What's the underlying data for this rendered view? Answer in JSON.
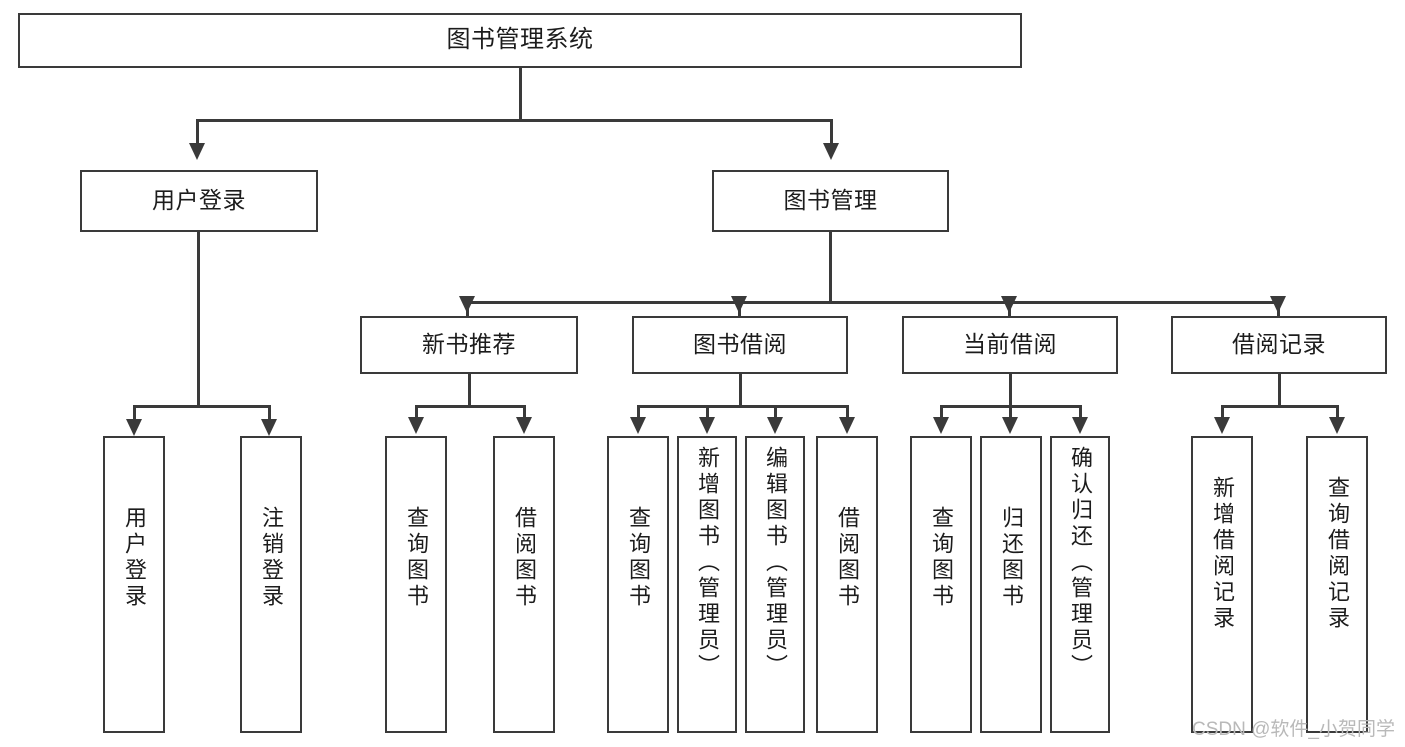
{
  "diagram": {
    "title": "图书管理系统",
    "type": "hierarchy-tree",
    "root": {
      "label": "图书管理系统"
    },
    "level2": [
      {
        "label": "用户登录"
      },
      {
        "label": "图书管理"
      }
    ],
    "level3": [
      {
        "label": "新书推荐"
      },
      {
        "label": "图书借阅"
      },
      {
        "label": "当前借阅"
      },
      {
        "label": "借阅记录"
      }
    ],
    "leaves": {
      "user_login": [
        {
          "label": "用户登录"
        },
        {
          "label": "注销登录"
        }
      ],
      "new_book_recommend": [
        {
          "label": "查询图书"
        },
        {
          "label": "借阅图书"
        }
      ],
      "book_borrow": [
        {
          "label": "查询图书"
        },
        {
          "label": "新增图书（管理员）"
        },
        {
          "label": "编辑图书（管理员）"
        },
        {
          "label": "借阅图书"
        }
      ],
      "current_borrow": [
        {
          "label": "查询图书"
        },
        {
          "label": "归还图书"
        },
        {
          "label": "确认归还（管理员）"
        }
      ],
      "borrow_records": [
        {
          "label": "新增借阅记录"
        },
        {
          "label": "查询借阅记录"
        }
      ]
    }
  },
  "watermark": {
    "text": "CSDN @软件_小贺同学"
  },
  "colors": {
    "stroke": "#3a3a3a",
    "text": "#1c1c1c",
    "background": "#ffffff",
    "watermark": "#b9b9b9"
  }
}
